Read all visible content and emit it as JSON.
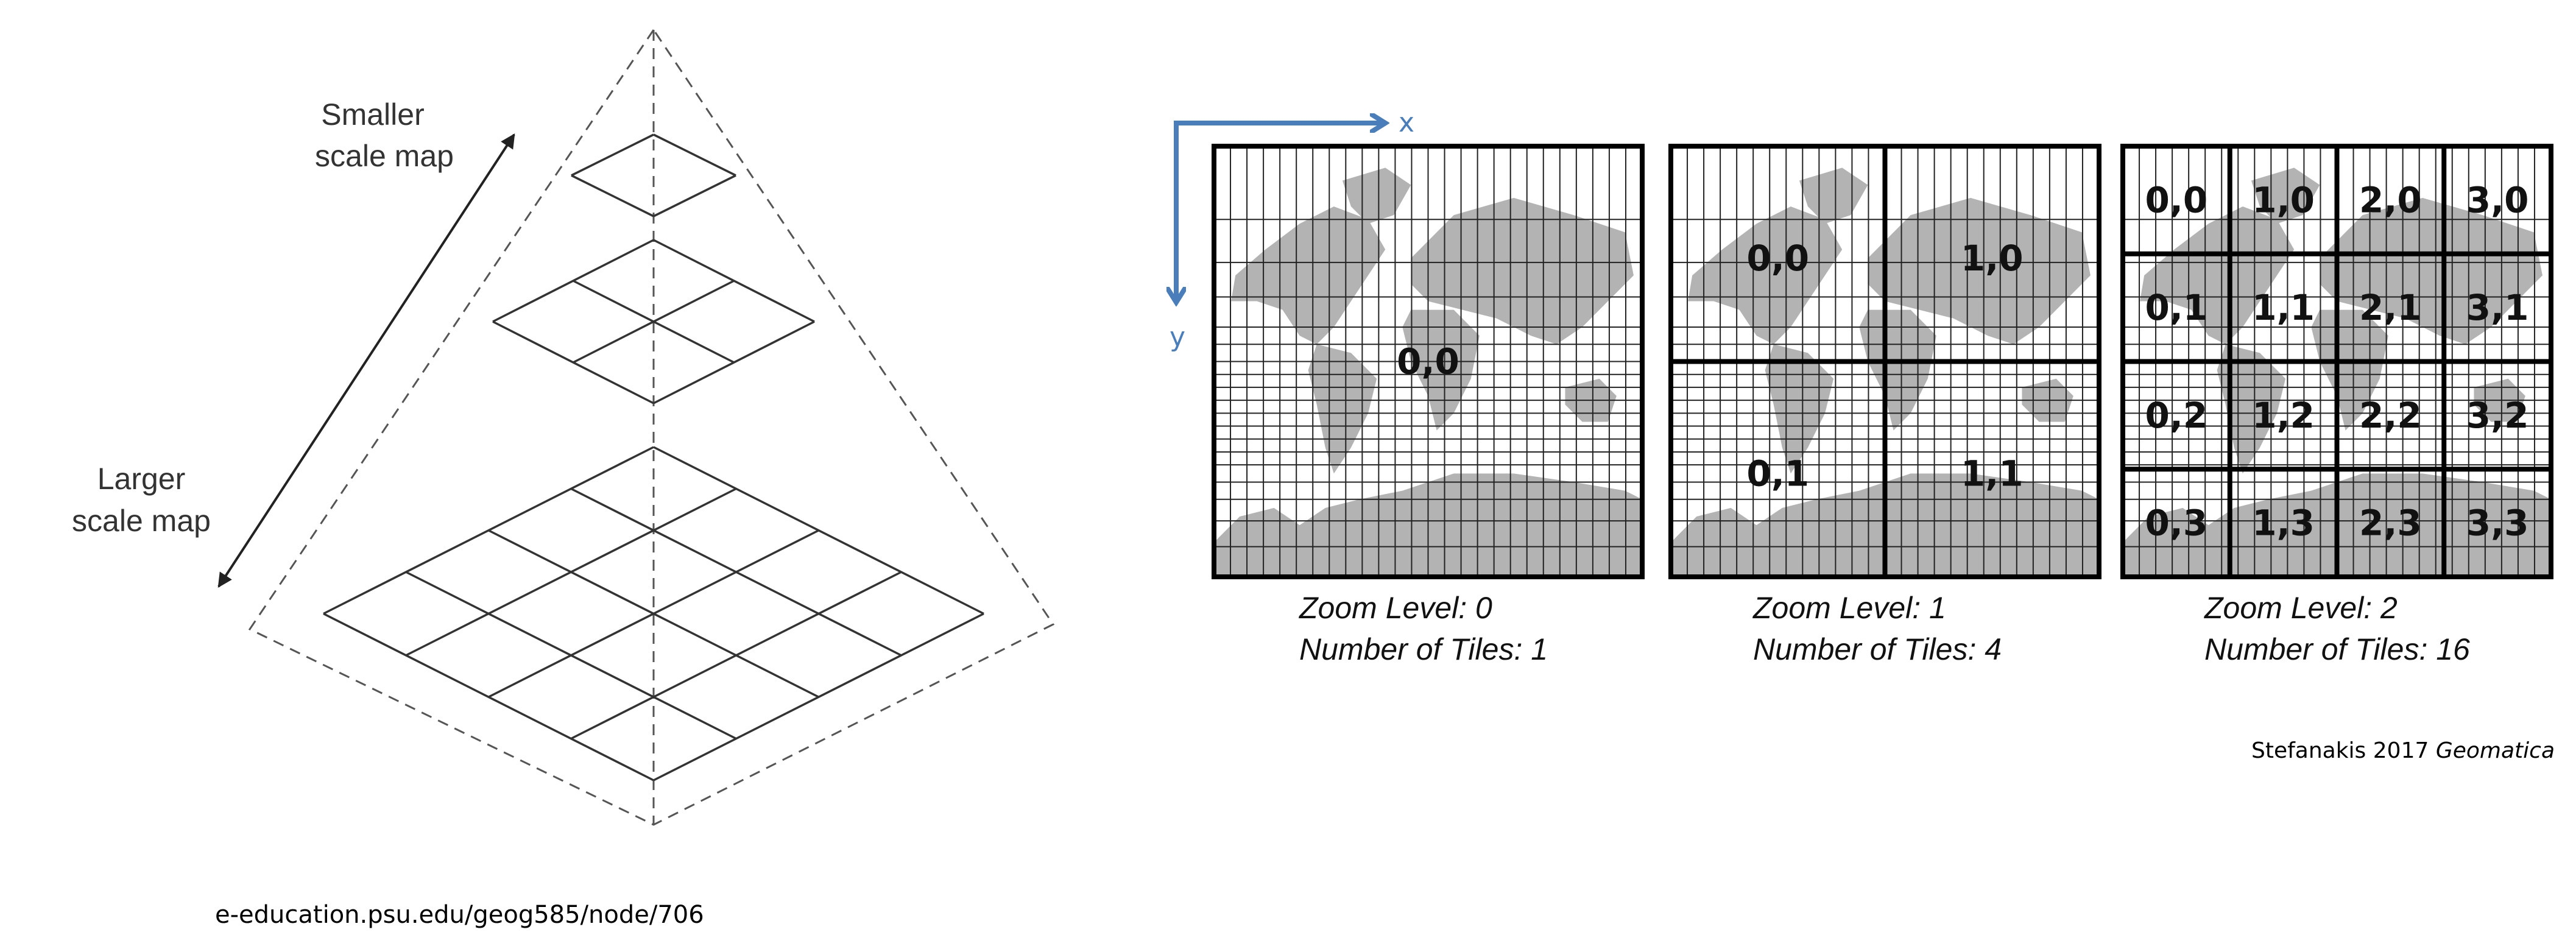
{
  "pyramid": {
    "top_label_line1": "Smaller",
    "top_label_line2": "scale map",
    "bottom_label_line1": "Larger",
    "bottom_label_line2": "scale map",
    "source": "e-education.psu.edu/geog585/node/706"
  },
  "axes": {
    "x_label": "x",
    "y_label": "y",
    "color": "#4a7ebb"
  },
  "panels": [
    {
      "zoom_caption": "Zoom Level: 0",
      "tiles_caption": "Number of Tiles: 1",
      "n": 1,
      "tile_labels": [
        "0,0"
      ]
    },
    {
      "zoom_caption": "Zoom Level: 1",
      "tiles_caption": "Number of Tiles: 4",
      "n": 2,
      "tile_labels": [
        "0,0",
        "1,0",
        "0,1",
        "1,1"
      ]
    },
    {
      "zoom_caption": "Zoom Level: 2",
      "tiles_caption": "Number of Tiles: 16",
      "n": 4,
      "tile_labels": [
        "0,0",
        "1,0",
        "2,0",
        "3,0",
        "0,1",
        "1,1",
        "2,1",
        "3,1",
        "0,2",
        "1,2",
        "2,2",
        "3,2",
        "0,3",
        "1,3",
        "2,3",
        "3,3"
      ]
    }
  ],
  "citation": {
    "author_year": "Stefanakis 2017 ",
    "journal": "Geomatica"
  },
  "colors": {
    "land": "#b3b3b3",
    "grid": "#222222"
  }
}
